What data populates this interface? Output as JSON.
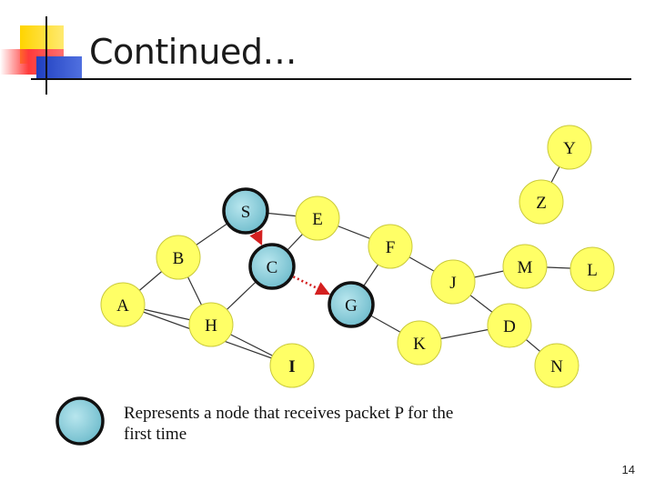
{
  "slide": {
    "title": "Continued…",
    "page_number": "14",
    "legend_text": "Represents a node that receives packet P for the first time"
  },
  "colors": {
    "node_fill": "#ffff66",
    "node_received_fill": "#8fd0dc",
    "edge": "#333333",
    "packet_arrow": "#d42020",
    "accent_yellow": "#ffd700",
    "accent_red": "#ff4040",
    "accent_blue": "#3050d0"
  },
  "diagram": {
    "nodes": [
      {
        "id": "S",
        "label": "S",
        "received": true
      },
      {
        "id": "E",
        "label": "E",
        "received": false
      },
      {
        "id": "B",
        "label": "B",
        "received": false
      },
      {
        "id": "C",
        "label": "C",
        "received": true
      },
      {
        "id": "A",
        "label": "A",
        "received": false
      },
      {
        "id": "H",
        "label": "H",
        "received": false
      },
      {
        "id": "I",
        "label": "I",
        "received": false
      },
      {
        "id": "G",
        "label": "G",
        "received": true
      },
      {
        "id": "F",
        "label": "F",
        "received": false
      },
      {
        "id": "J",
        "label": "J",
        "received": false
      },
      {
        "id": "K",
        "label": "K",
        "received": false
      },
      {
        "id": "D",
        "label": "D",
        "received": false
      },
      {
        "id": "M",
        "label": "M",
        "received": false
      },
      {
        "id": "L",
        "label": "L",
        "received": false
      },
      {
        "id": "N",
        "label": "N",
        "received": false
      },
      {
        "id": "Z",
        "label": "Z",
        "received": false
      },
      {
        "id": "Y",
        "label": "Y",
        "received": false
      }
    ],
    "edges": [
      [
        "S",
        "E"
      ],
      [
        "S",
        "B"
      ],
      [
        "E",
        "C"
      ],
      [
        "E",
        "F"
      ],
      [
        "B",
        "A"
      ],
      [
        "B",
        "H"
      ],
      [
        "A",
        "H"
      ],
      [
        "A",
        "I"
      ],
      [
        "C",
        "H"
      ],
      [
        "H",
        "I"
      ],
      [
        "G",
        "F"
      ],
      [
        "G",
        "K"
      ],
      [
        "F",
        "J"
      ],
      [
        "J",
        "M"
      ],
      [
        "J",
        "D"
      ],
      [
        "K",
        "D"
      ],
      [
        "D",
        "N"
      ],
      [
        "M",
        "L"
      ],
      [
        "Z",
        "Y"
      ]
    ],
    "packet_arrows": [
      [
        "S",
        "C"
      ],
      [
        "C",
        "G"
      ]
    ]
  }
}
